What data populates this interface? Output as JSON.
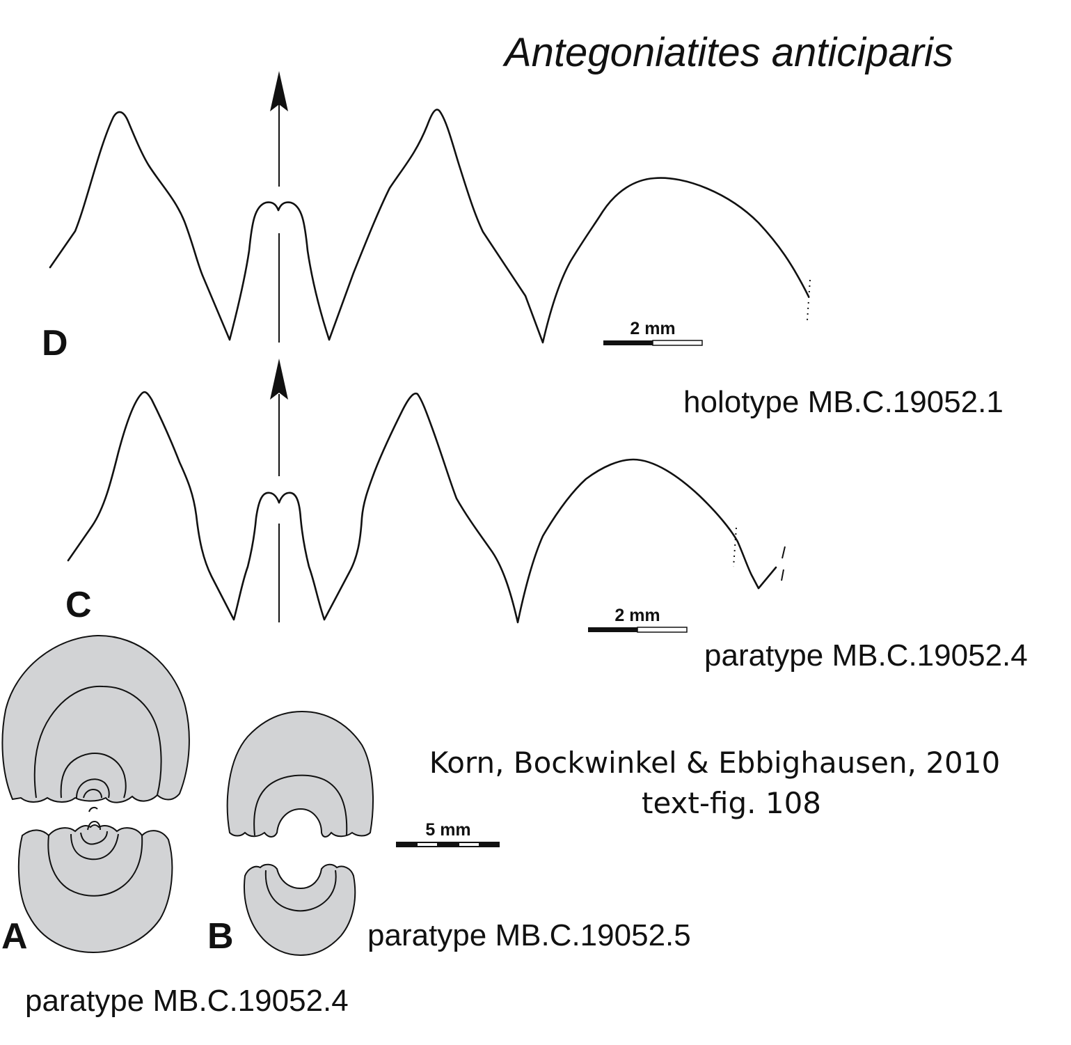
{
  "title": "Antegoniatites anticiparis",
  "panels": {
    "D": {
      "letter": "D",
      "caption": "holotype MB.C.19052.1",
      "scale": "2 mm"
    },
    "C": {
      "letter": "C",
      "caption": "paratype MB.C.19052.4",
      "scale": "2 mm"
    },
    "A": {
      "letter": "A",
      "caption": "paratype MB.C.19052.4"
    },
    "B": {
      "letter": "B",
      "caption": "paratype MB.C.19052.5",
      "scale": "5 mm"
    }
  },
  "reference": {
    "authors": "Korn, Bockwinkel & Ebbighausen, 2010",
    "figure": "text-fig.  108"
  },
  "colors": {
    "section_fill": "#d2d3d5",
    "ink": "#111111"
  }
}
